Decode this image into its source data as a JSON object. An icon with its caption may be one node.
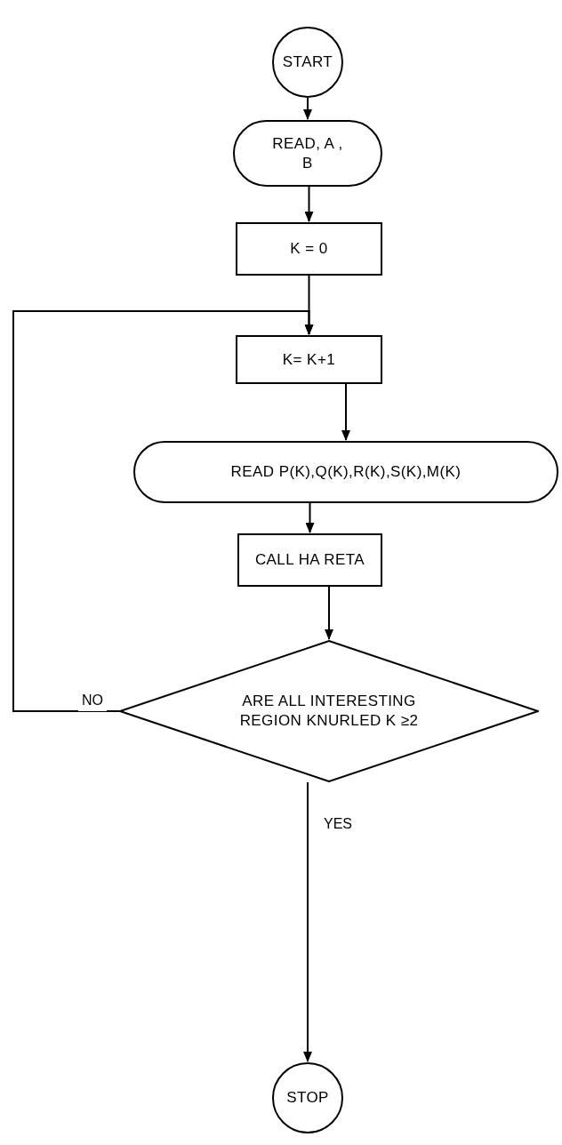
{
  "diagram": {
    "nodes": [
      {
        "text": [
          "START"
        ]
      },
      {
        "text": [
          "READ, A , B"
        ]
      },
      {
        "text": [
          "K = 0"
        ]
      },
      {
        "text": [
          "K= K+1"
        ]
      },
      {
        "text": [
          "READ P(K),Q(K),R(K),S(K),M(K)"
        ]
      },
      {
        "text": [
          "CALL HA RETA"
        ]
      },
      {
        "text": [
          "ARE ALL INTERESTING REGION KNURLED K ≥2"
        ]
      },
      {
        "text": [
          "STOP"
        ]
      }
    ],
    "edges": [
      {
        "from": 0,
        "to": 1,
        "arrow": "to"
      },
      {
        "from": 1,
        "to": 2,
        "arrow": "to"
      },
      {
        "from": 2,
        "to": 3,
        "arrow": "to"
      },
      {
        "from": 3,
        "to": 4,
        "arrow": "to"
      },
      {
        "from": 4,
        "to": 5,
        "arrow": "to"
      },
      {
        "from": 5,
        "to": 6,
        "arrow": "to"
      },
      {
        "from": 6,
        "to": 7,
        "arrow": "to",
        "label": "YES"
      },
      {
        "from": 6,
        "to": 3,
        "arrow": "to",
        "label": "NO"
      }
    ]
  }
}
